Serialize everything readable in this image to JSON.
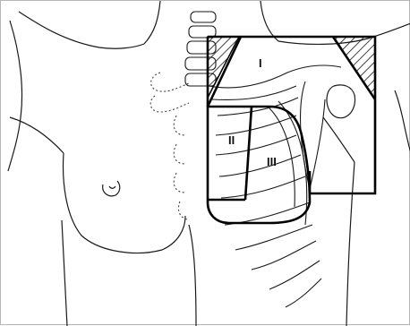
{
  "diagram": {
    "zones": [
      {
        "id": "I",
        "label": "I"
      },
      {
        "id": "II",
        "label": "II"
      },
      {
        "id": "III",
        "label": "III"
      }
    ],
    "colors": {
      "outline": "#1a1a1a",
      "zone_border": "#000000",
      "background": "#ffffff"
    }
  }
}
